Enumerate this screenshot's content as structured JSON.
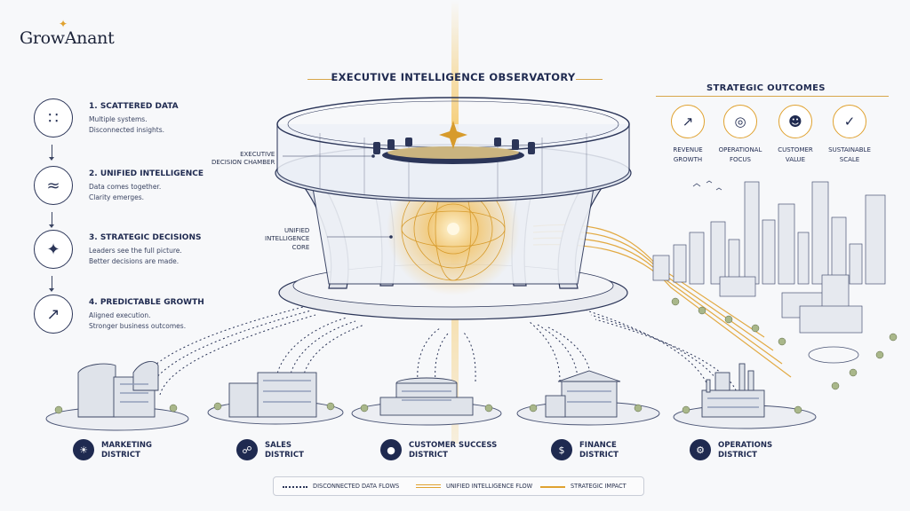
{
  "brand": {
    "name": "GrowAnant"
  },
  "title": "EXECUTIVE INTELLIGENCE OBSERVATORY",
  "callouts": {
    "chamber": [
      "EXECUTIVE",
      "DECISION CHAMBER"
    ],
    "core": [
      "UNIFIED",
      "INTELLIGENCE",
      "CORE"
    ]
  },
  "steps": [
    {
      "title": "1. SCATTERED DATA",
      "lines": [
        "Multiple systems.",
        "Disconnected insights."
      ],
      "icon": "scattered-dots-icon"
    },
    {
      "title": "2. UNIFIED INTELLIGENCE",
      "lines": [
        "Data comes together.",
        "Clarity emerges."
      ],
      "icon": "flow-lines-icon"
    },
    {
      "title": "3. STRATEGIC DECISIONS",
      "lines": [
        "Leaders see the full picture.",
        "Better decisions are made."
      ],
      "icon": "compass-star-icon"
    },
    {
      "title": "4. PREDICTABLE GROWTH",
      "lines": [
        "Aligned execution.",
        "Stronger business outcomes."
      ],
      "icon": "growth-chart-icon"
    }
  ],
  "outcomes": {
    "title": "STRATEGIC OUTCOMES",
    "items": [
      {
        "lines": [
          "REVENUE",
          "GROWTH"
        ],
        "icon": "revenue-chart-icon"
      },
      {
        "lines": [
          "OPERATIONAL",
          "FOCUS"
        ],
        "icon": "target-icon"
      },
      {
        "lines": [
          "CUSTOMER",
          "VALUE"
        ],
        "icon": "people-icon"
      },
      {
        "lines": [
          "SUSTAINABLE",
          "SCALE"
        ],
        "icon": "shield-check-icon"
      }
    ]
  },
  "districts": [
    {
      "lines": [
        "MARKETING",
        "DISTRICT"
      ],
      "icon": "lightbulb-icon"
    },
    {
      "lines": [
        "SALES",
        "DISTRICT"
      ],
      "icon": "handshake-icon"
    },
    {
      "lines": [
        "CUSTOMER SUCCESS",
        "DISTRICT"
      ],
      "icon": "group-icon"
    },
    {
      "lines": [
        "FINANCE",
        "DISTRICT"
      ],
      "icon": "dollar-icon"
    },
    {
      "lines": [
        "OPERATIONS",
        "DISTRICT"
      ],
      "icon": "gear-icon"
    }
  ],
  "legend": {
    "disconnected": "DISCONNECTED DATA FLOWS",
    "unified": "UNIFIED INTELLIGENCE FLOW",
    "impact": "STRATEGIC IMPACT"
  },
  "colors": {
    "navy": "#1f2a50",
    "gold": "#e0a230",
    "background": "#f7f8fa"
  }
}
